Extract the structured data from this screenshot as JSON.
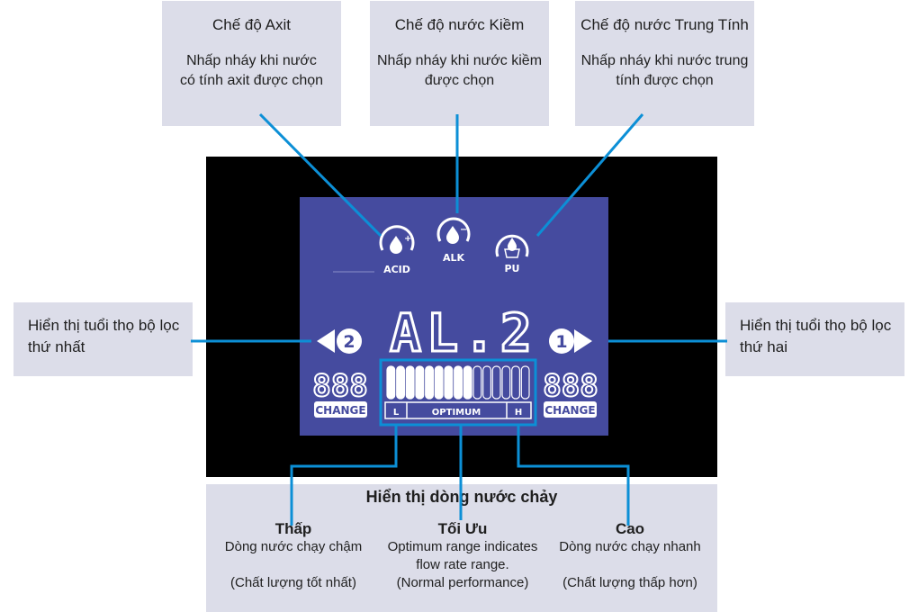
{
  "callouts": {
    "acid": {
      "title": "Chế độ Axit",
      "desc": "Nhấp nháy khi nước\ncó tính axit được chọn"
    },
    "alkaline": {
      "title": "Chế độ nước Kiềm",
      "desc": "Nhấp nháy khi nước kiềm\nđược chọn"
    },
    "neutral": {
      "title": "Chế độ nước Trung Tính",
      "desc": "Nhấp nháy khi nước trung\ntính được chọn"
    },
    "filter_first": "Hiển thị tuổi thọ bộ lọc\nthứ nhất",
    "filter_second": "Hiển thị tuổi thọ bộ lọc\nthứ hai"
  },
  "lcd": {
    "mode_acid": "ACID",
    "mode_alk": "ALK",
    "mode_pu": "PU",
    "main_display": "AL.2",
    "left_filter_number": "2",
    "right_filter_number": "1",
    "left_counter": "888",
    "right_counter": "888",
    "change_left": "CHANGE",
    "change_right": "CHANGE",
    "flow_low": "L",
    "flow_optimum": "OPTIMUM",
    "flow_high": "H",
    "flow_segments_total": 15,
    "flow_segments_lit": 9
  },
  "flow": {
    "title": "Hiển thị dòng nước chảy",
    "low": {
      "heading": "Thấp",
      "desc": "Dòng nước chạy chậm",
      "note": "(Chất lượng tốt nhất)"
    },
    "optimum": {
      "heading": "Tối Ưu",
      "desc": "Optimum range indicates\nflow rate range.\n(Normal performance)"
    },
    "high": {
      "heading": "Cao",
      "desc": "Dòng nước chạy nhanh",
      "note": "(Chất lượng thấp hơn)"
    }
  },
  "colors": {
    "leader": "#0c8fd6",
    "lcd_bg": "#454b9f",
    "callout_bg": "#dcdde9"
  }
}
